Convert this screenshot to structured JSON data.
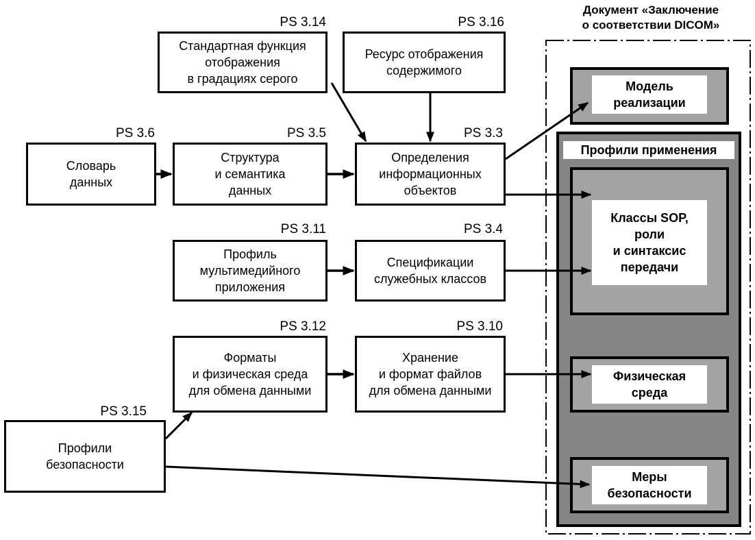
{
  "document": {
    "title": "Документ «Заключение\nо соответствии DICOM»",
    "components": {
      "implementation_model": "Модель\nреализации",
      "application_profiles": {
        "label": "Профили применения",
        "sop_classes": "Классы SOP,\nроли\nи синтаксис\nпередачи"
      },
      "physical_media": "Физическая\nсреда",
      "security_measures": "Меры\nбезопасности"
    }
  },
  "parts": [
    {
      "id": "ps314",
      "code": "PS 3.14",
      "label": "Стандартная функция\nотображения\nв градациях серого"
    },
    {
      "id": "ps316",
      "code": "PS 3.16",
      "label": "Ресурс отображения\nсодержимого"
    },
    {
      "id": "ps36",
      "code": "PS 3.6",
      "label": "Словарь\nданных"
    },
    {
      "id": "ps35",
      "code": "PS 3.5",
      "label": "Структура\nи семантика\nданных"
    },
    {
      "id": "ps33",
      "code": "PS 3.3",
      "label": "Определения\nинформационных\nобъектов"
    },
    {
      "id": "ps311",
      "code": "PS 3.11",
      "label": "Профиль\nмультимедийного\nприложения"
    },
    {
      "id": "ps34",
      "code": "PS 3.4",
      "label": "Спецификации\nслужебных классов"
    },
    {
      "id": "ps312",
      "code": "PS 3.12",
      "label": "Форматы\nи физическая среда\nдля обмена данными"
    },
    {
      "id": "ps310",
      "code": "PS 3.10",
      "label": "Хранение\nи формат файлов\nдля обмена данными"
    },
    {
      "id": "ps315",
      "code": "PS 3.15",
      "label": "Профили\nбезопасности"
    }
  ],
  "connections": [
    {
      "from": "PS 3.6",
      "to": "PS 3.5"
    },
    {
      "from": "PS 3.5",
      "to": "PS 3.3"
    },
    {
      "from": "PS 3.14",
      "to": "PS 3.3"
    },
    {
      "from": "PS 3.16",
      "to": "PS 3.3"
    },
    {
      "from": "PS 3.3",
      "to": "Модель реализации"
    },
    {
      "from": "PS 3.3",
      "to": "Классы SOP, роли и синтаксис передачи"
    },
    {
      "from": "PS 3.11",
      "to": "PS 3.4"
    },
    {
      "from": "PS 3.4",
      "to": "Классы SOP, роли и синтаксис передачи"
    },
    {
      "from": "PS 3.12",
      "to": "PS 3.10"
    },
    {
      "from": "PS 3.10",
      "to": "Физическая среда"
    },
    {
      "from": "PS 3.15",
      "to": "PS 3.12"
    },
    {
      "from": "PS 3.15",
      "to": "Меры безопасности"
    }
  ],
  "colors": {
    "line": "#000000",
    "box_fill": "#ffffff",
    "light_gray": "#a3a3a3",
    "dark_gray": "#868686"
  }
}
